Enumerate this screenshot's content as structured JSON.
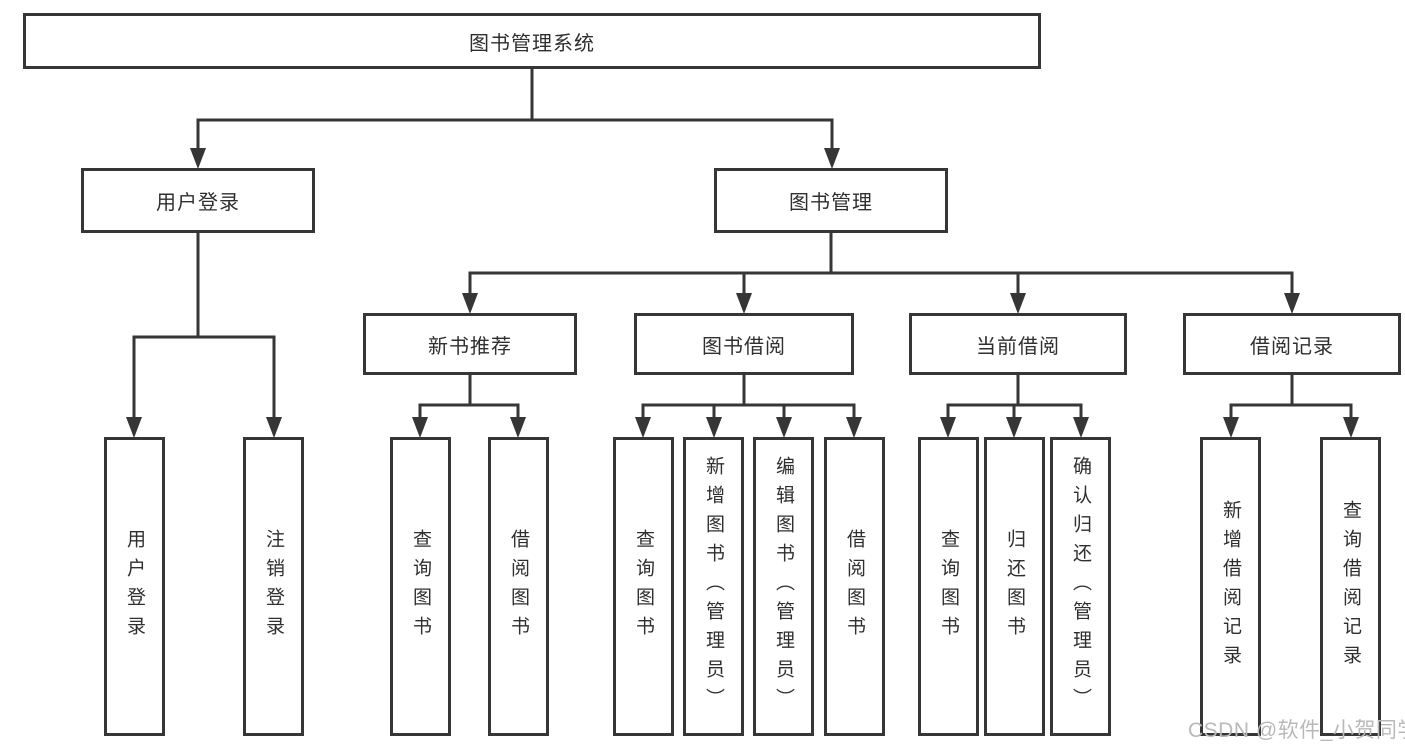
{
  "title": "图书管理系统",
  "watermark": "CSDN @软件_小贺同学",
  "colors": {
    "line": "#363636",
    "box_border": "#363636",
    "text": "#2f2f2f",
    "watermark": "#b9b9b9",
    "background": "#ffffff"
  },
  "nodes": {
    "root": "图书管理系统",
    "user_login": "用户登录",
    "book_mgmt": "图书管理",
    "new_book_rec": "新书推荐",
    "book_borrow": "图书借阅",
    "current_borrow": "当前借阅",
    "borrow_records": "借阅记录",
    "v_user_login": "用户登录",
    "v_logout": "注销登录",
    "v_query_book_1": "查询图书",
    "v_borrow_book_1": "借阅图书",
    "v_query_book_2": "查询图书",
    "v_add_book": "新增图书（管理员）",
    "v_edit_book": "编辑图书（管理员）",
    "v_borrow_book_2": "借阅图书",
    "v_query_book_3": "查询图书",
    "v_return_book": "归还图书",
    "v_confirm_return": "确认归还（管理员）",
    "v_add_record": "新增借阅记录",
    "v_query_record": "查询借阅记录"
  },
  "hierarchy": {
    "图书管理系统": [
      "用户登录",
      "图书管理"
    ],
    "用户登录": [
      "用户登录",
      "注销登录"
    ],
    "图书管理": [
      "新书推荐",
      "图书借阅",
      "当前借阅",
      "借阅记录"
    ],
    "新书推荐": [
      "查询图书",
      "借阅图书"
    ],
    "图书借阅": [
      "查询图书",
      "新增图书（管理员）",
      "编辑图书（管理员）",
      "借阅图书"
    ],
    "当前借阅": [
      "查询图书",
      "归还图书",
      "确认归还（管理员）"
    ],
    "借阅记录": [
      "新增借阅记录",
      "查询借阅记录"
    ]
  }
}
